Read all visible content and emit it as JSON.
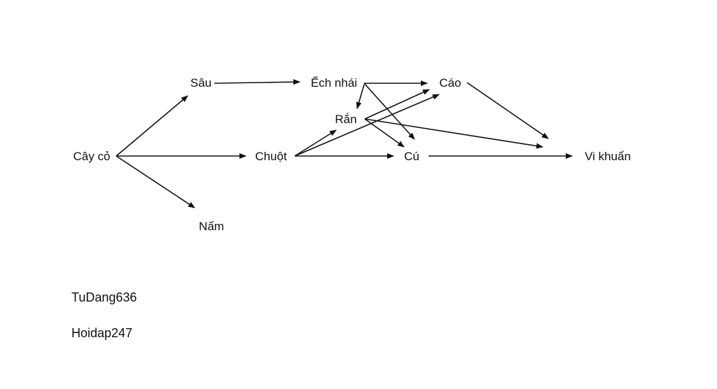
{
  "diagram": {
    "nodes": [
      {
        "id": "cayco",
        "label": "Cây cỏ"
      },
      {
        "id": "sau",
        "label": "Sâu"
      },
      {
        "id": "nam",
        "label": "Nấm"
      },
      {
        "id": "chuot",
        "label": "Chuột"
      },
      {
        "id": "echnhai",
        "label": "Ếch nhái"
      },
      {
        "id": "ran",
        "label": "Rắn"
      },
      {
        "id": "cao",
        "label": "Cáo"
      },
      {
        "id": "cu",
        "label": "Cú"
      },
      {
        "id": "vikhuan",
        "label": "Vi khuẩn"
      }
    ],
    "edges": [
      {
        "from": "cayco",
        "to": "sau"
      },
      {
        "from": "cayco",
        "to": "chuot"
      },
      {
        "from": "cayco",
        "to": "nam"
      },
      {
        "from": "sau",
        "to": "echnhai"
      },
      {
        "from": "echnhai",
        "to": "cao"
      },
      {
        "from": "echnhai",
        "to": "ran"
      },
      {
        "from": "echnhai",
        "to": "cu"
      },
      {
        "from": "chuot",
        "to": "ran"
      },
      {
        "from": "chuot",
        "to": "cao"
      },
      {
        "from": "chuot",
        "to": "cu"
      },
      {
        "from": "ran",
        "to": "cao"
      },
      {
        "from": "ran",
        "to": "cu"
      },
      {
        "from": "ran",
        "to": "vikhuan"
      },
      {
        "from": "cao",
        "to": "vikhuan"
      },
      {
        "from": "cu",
        "to": "vikhuan"
      }
    ],
    "line_color": "#111111"
  },
  "footer": {
    "line1": "TuDang636",
    "line2": "Hoidap247"
  }
}
